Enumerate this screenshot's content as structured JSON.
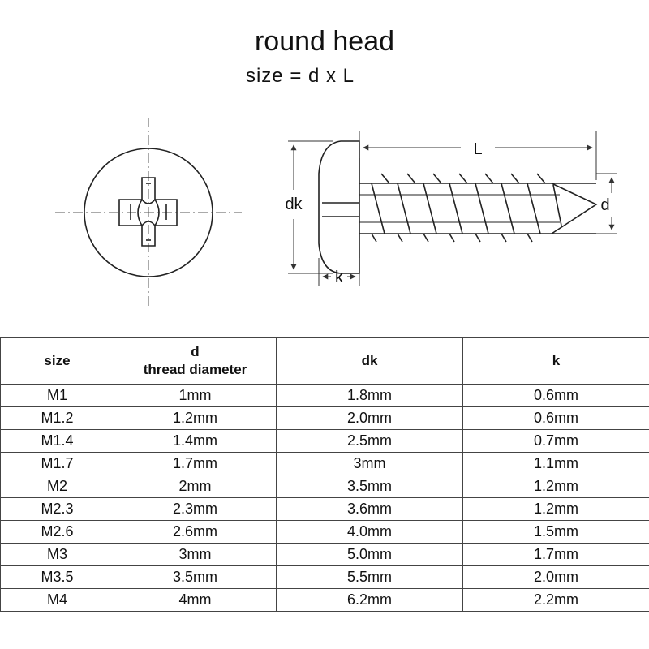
{
  "header": {
    "title": "round head",
    "formula": "size = d x L"
  },
  "drawing": {
    "label_L": "L",
    "label_d": "d",
    "label_dk": "dk",
    "label_k": "k"
  },
  "table": {
    "headers": {
      "size": "size",
      "d_symbol": "d",
      "d_desc": "thread diameter",
      "dk": "dk",
      "k": "k"
    },
    "rows": [
      {
        "size": "M1",
        "d": "1mm",
        "dk": "1.8mm",
        "k": "0.6mm"
      },
      {
        "size": "M1.2",
        "d": "1.2mm",
        "dk": "2.0mm",
        "k": "0.6mm"
      },
      {
        "size": "M1.4",
        "d": "1.4mm",
        "dk": "2.5mm",
        "k": "0.7mm"
      },
      {
        "size": "M1.7",
        "d": "1.7mm",
        "dk": "3mm",
        "k": "1.1mm"
      },
      {
        "size": "M2",
        "d": "2mm",
        "dk": "3.5mm",
        "k": "1.2mm"
      },
      {
        "size": "M2.3",
        "d": "2.3mm",
        "dk": "3.6mm",
        "k": "1.2mm"
      },
      {
        "size": "M2.6",
        "d": "2.6mm",
        "dk": "4.0mm",
        "k": "1.5mm"
      },
      {
        "size": "M3",
        "d": "3mm",
        "dk": "5.0mm",
        "k": "1.7mm"
      },
      {
        "size": "M3.5",
        "d": "3.5mm",
        "dk": "5.5mm",
        "k": "2.0mm"
      },
      {
        "size": "M4",
        "d": "4mm",
        "dk": "6.2mm",
        "k": "2.2mm"
      }
    ]
  }
}
